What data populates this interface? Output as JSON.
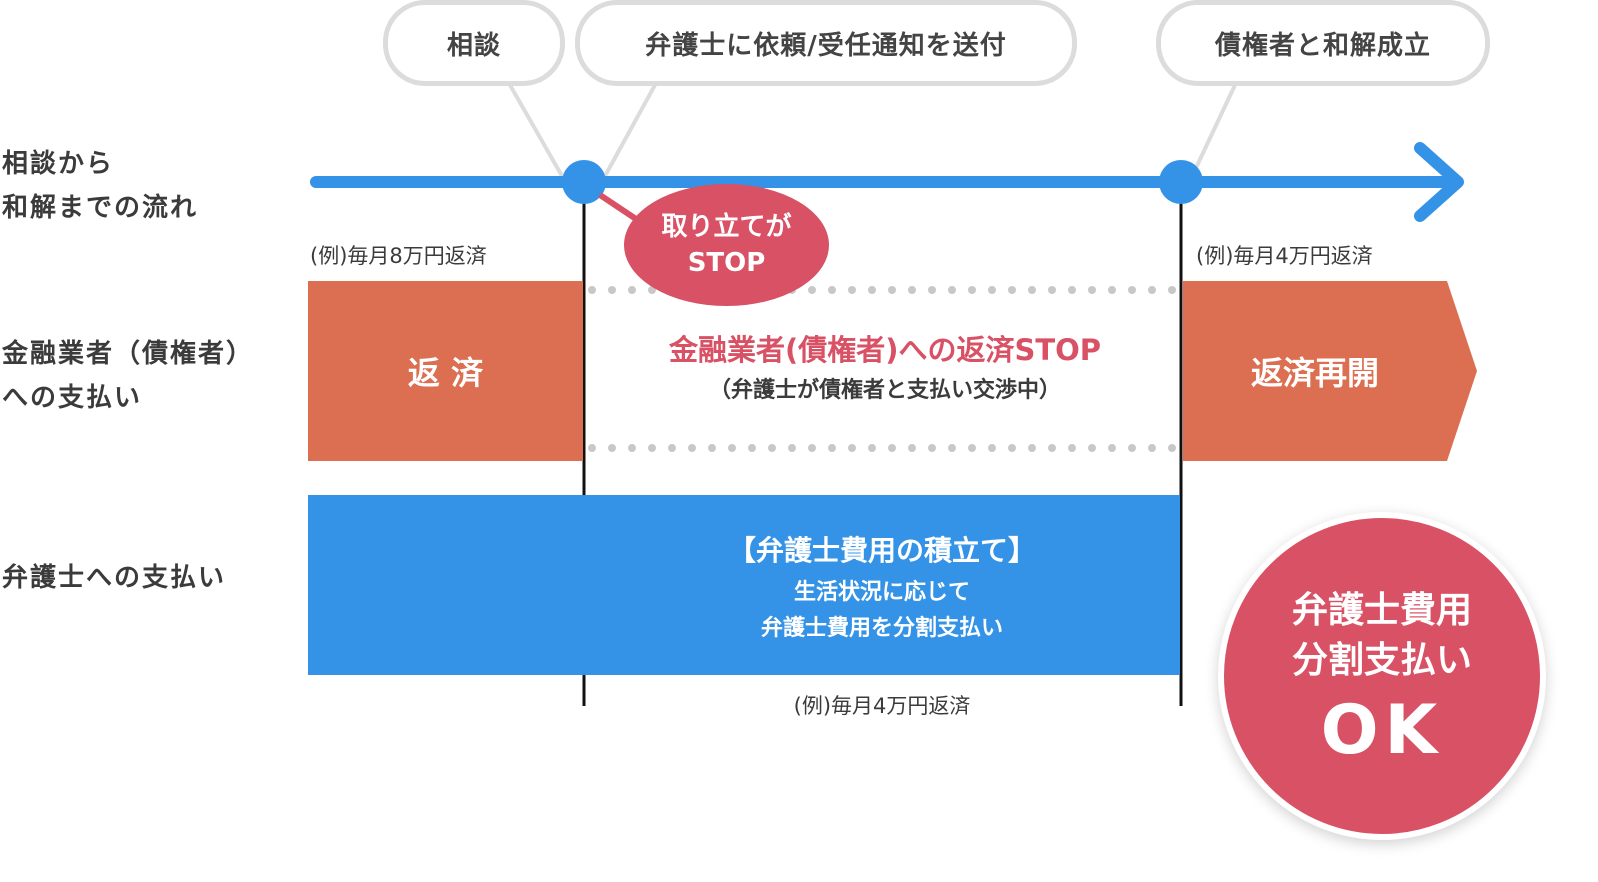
{
  "colors": {
    "timeline_blue": "#3493e6",
    "repay_orange": "#dc6f51",
    "stop_red": "#d95165",
    "pill_border": "#dcdcdc",
    "dots_gray": "#c8c8c8",
    "text_dark": "#3b3b3b"
  },
  "milestones": [
    {
      "label": "相談"
    },
    {
      "label": "弁護士に依頼/受任通知を送付"
    },
    {
      "label": "債権者と和解成立"
    }
  ],
  "row_labels": {
    "flow": [
      "相談から",
      "和解までの流れ"
    ],
    "creditor": [
      "金融業者（債権者）",
      "への支払い"
    ],
    "lawyer": [
      "弁護士への支払い"
    ]
  },
  "stop_bubble": {
    "line1": "取り立てが",
    "line2": "STOP"
  },
  "creditor_row": {
    "before_note": "(例)毎月8万円返済",
    "before_label": "返 済",
    "stop_title": "金融業者(債権者)への返済STOP",
    "stop_sub": "（弁護士が債権者と支払い交渉中）",
    "after_note": "(例)毎月4万円返済",
    "after_label": "返済再開"
  },
  "lawyer_row": {
    "title": "【弁護士費用の積立て】",
    "sub1": "生活状況に応じて",
    "sub2": "弁護士費用を分割支払い",
    "note": "(例)毎月4万円返済"
  },
  "ok_badge": {
    "line1": "弁護士費用",
    "line2": "分割支払い",
    "line3": "OK"
  }
}
